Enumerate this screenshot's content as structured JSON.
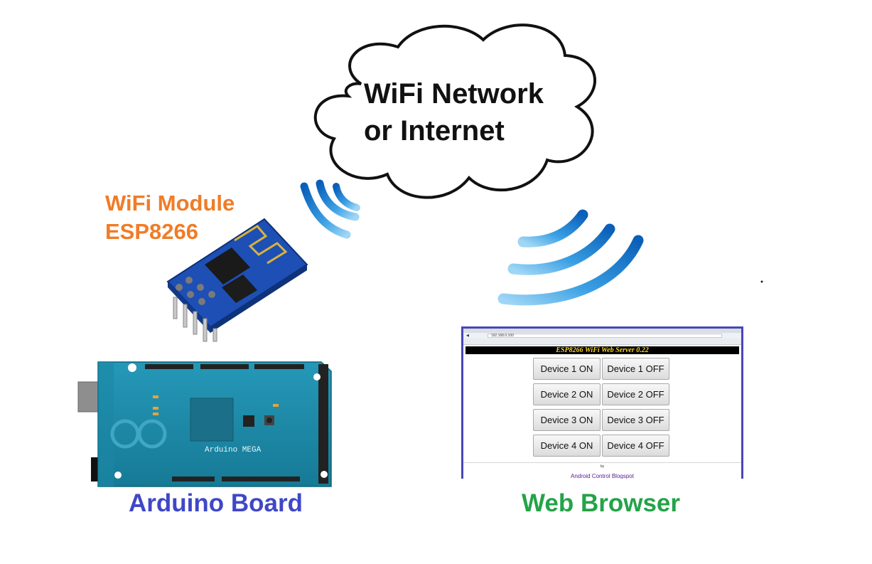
{
  "cloud": {
    "line1": "WiFi Network",
    "line2": "or Internet"
  },
  "labels": {
    "module_line1": "WiFi Module",
    "module_line2": "ESP8266",
    "arduino": "Arduino Board",
    "browser": "Web Browser"
  },
  "arduino_board": {
    "name": "Arduino MEGA"
  },
  "browser_window": {
    "url": "192.168.0.100",
    "page_header": "ESP8266 WiFi Web Server 0.22",
    "buttons": [
      [
        "Device 1 ON",
        "Device 1 OFF"
      ],
      [
        "Device 2 ON",
        "Device 2 OFF"
      ],
      [
        "Device 3 ON",
        "Device 3 OFF"
      ],
      [
        "Device 4 ON",
        "Device 4 OFF"
      ]
    ],
    "by_text": "by",
    "footer_link": "Android Control Blogspot"
  },
  "colors": {
    "module_label": "#f07c27",
    "arduino_label": "#3f47c6",
    "browser_label": "#24a348",
    "wifi_waves": "#1f7fd2",
    "board": "#1e8aa8",
    "browser_border": "#4747b8"
  }
}
